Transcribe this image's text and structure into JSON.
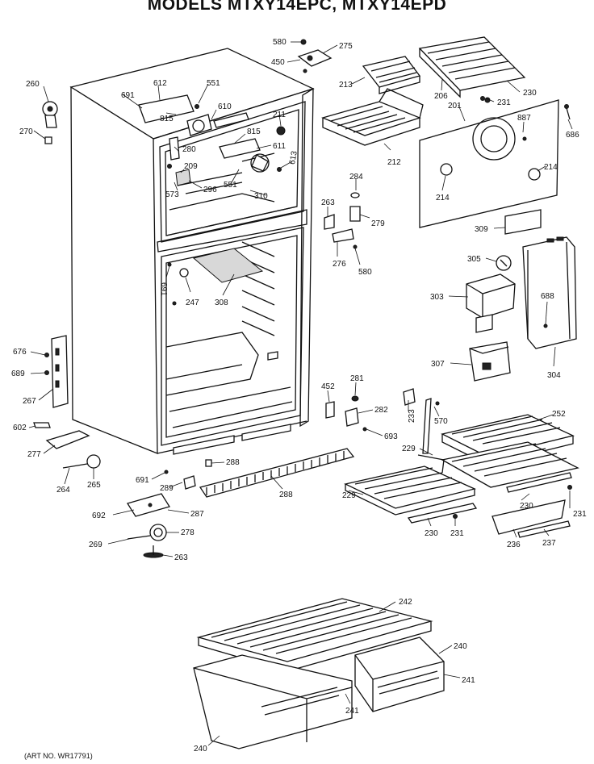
{
  "header": {
    "title": "MODELS MTXY14EPC, MTXY14EPD"
  },
  "footer": {
    "art_no": "(ART NO. WR17791)"
  },
  "callouts": {
    "c580a": "580",
    "c275": "275",
    "c450": "450",
    "c213": "213",
    "c206": "206",
    "c230a": "230",
    "c231a": "231",
    "c201": "201",
    "c887": "887",
    "c686": "686",
    "c260": "260",
    "c270": "270",
    "c612": "612",
    "c551a": "551",
    "c691a": "691",
    "c815a": "815",
    "c610": "610",
    "c211": "211",
    "c815b": "815",
    "c611": "611",
    "c613": "613",
    "c280": "280",
    "c209": "209",
    "c573": "573",
    "c296": "296",
    "c551b": "551",
    "c310": "310",
    "c212": "212",
    "c214a": "214",
    "c214b": "214",
    "c284": "284",
    "c263a": "263",
    "c279": "279",
    "c276": "276",
    "c580b": "580",
    "c309": "309",
    "c305": "305",
    "c303": "303",
    "c688": "688",
    "c307": "307",
    "c304": "304",
    "c691b": "691",
    "c247": "247",
    "c308": "308",
    "c676": "676",
    "c689": "689",
    "c267": "267",
    "c602": "602",
    "c277": "277",
    "c264": "264",
    "c265": "265",
    "c691c": "691",
    "c289": "289",
    "c288a": "288",
    "c288b": "288",
    "c692": "692",
    "c287": "287",
    "c269": "269",
    "c278": "278",
    "c263b": "263",
    "c452": "452",
    "c281": "281",
    "c282": "282",
    "c693": "693",
    "c233": "233",
    "c570": "570",
    "c252": "252",
    "c229a": "229",
    "c229b": "229",
    "c230b": "230",
    "c230c": "230",
    "c231b": "231",
    "c231c": "231",
    "c236": "236",
    "c237": "237",
    "c242": "242",
    "c240a": "240",
    "c241a": "241",
    "c241b": "241",
    "c240b": "240"
  }
}
